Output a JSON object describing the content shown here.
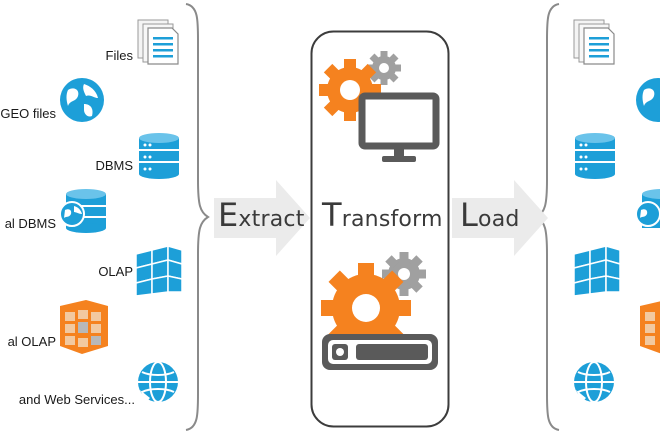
{
  "sources": [
    {
      "label": "Files",
      "icon": "document-icon"
    },
    {
      "label": "GEO files",
      "icon": "globe-icon"
    },
    {
      "label": "DBMS",
      "icon": "database-icon"
    },
    {
      "label": "al DBMS",
      "icon": "database-globe-icon"
    },
    {
      "label": "OLAP",
      "icon": "olap-cube-icon"
    },
    {
      "label": "al OLAP",
      "icon": "olap-cube-orange-icon"
    },
    {
      "label": "and Web Services...",
      "icon": "web-globe-icon"
    }
  ],
  "etl": {
    "extract_initial": "E",
    "extract_rest": "xtract",
    "transform_initial": "T",
    "transform_rest": "ransform",
    "load_initial": "L",
    "load_rest": "oad"
  },
  "colors": {
    "accent_blue": "#1d9fd8",
    "accent_orange": "#f5821f",
    "gear_gray": "#a0a0a0",
    "panel_border": "#3c3c3c",
    "arrow_gray": "#ebebeb"
  }
}
